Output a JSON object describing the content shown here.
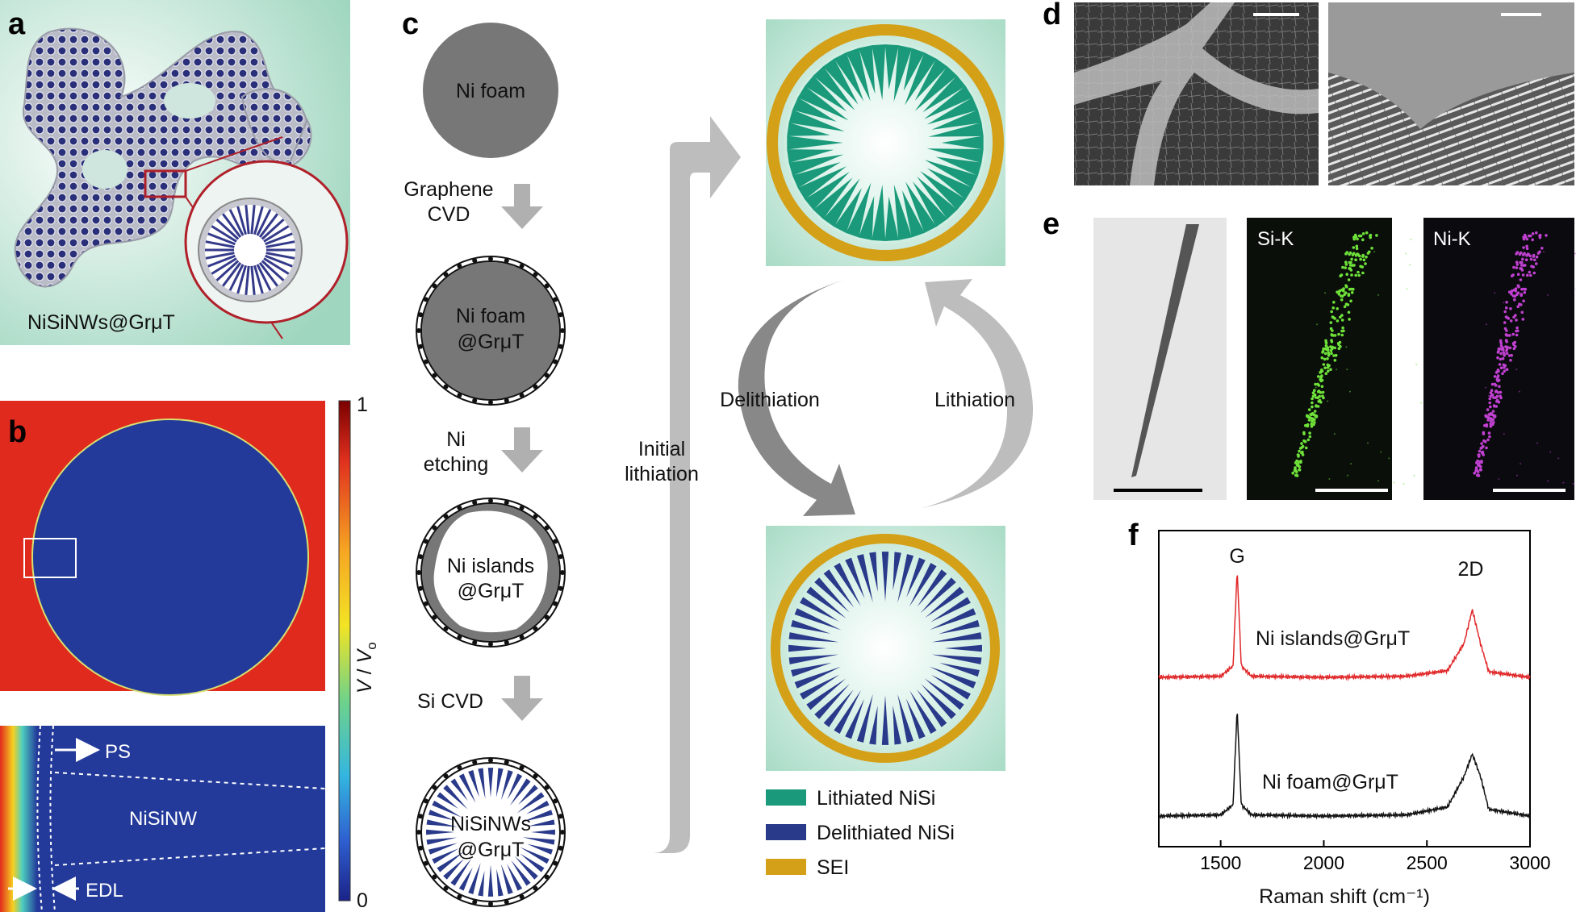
{
  "panels": {
    "a": {
      "label": "a",
      "caption": "NiSiNWs@GrμT"
    },
    "b": {
      "label": "b",
      "colorbar_top": "1",
      "colorbar_bottom": "0",
      "colorbar_title_main": "V",
      "colorbar_title_sep": " / ",
      "colorbar_title_sub_base": "V",
      "colorbar_title_sub": "o",
      "zoom_labels": {
        "ps": "PS",
        "nisinw": "NiSiNW",
        "edl": "EDL"
      }
    },
    "c": {
      "label": "c",
      "stages": [
        "Ni foam",
        "Ni foam",
        "@GrμT",
        "Ni islands",
        "@GrμT",
        "NiSiNWs",
        "@GrμT"
      ],
      "steps": {
        "graphene1": "Graphene",
        "graphene2": "CVD",
        "ni1": "Ni",
        "ni2": "etching",
        "si": "Si CVD",
        "initial1": "Initial",
        "initial2": "lithiation",
        "delith": "Delithiation",
        "lith": "Lithiation"
      },
      "legend": [
        "Lithiated NiSi",
        "Delithiated NiSi",
        "SEI"
      ]
    },
    "d": {
      "label": "d"
    },
    "e": {
      "label": "e",
      "map1": "Si-K",
      "map2": "Ni-K"
    },
    "f": {
      "label": "f"
    }
  },
  "colors": {
    "lithiated": "#1a9a7a",
    "delithiated": "#2a3a8a",
    "sei": "#d4a017",
    "red_series": "#e0282a",
    "black_series": "#111111"
  },
  "chart_data": {
    "type": "line",
    "xlabel": "Raman shift (cm⁻¹)",
    "xlim": [
      1200,
      3000
    ],
    "xticks": [
      1500,
      2000,
      2500,
      3000
    ],
    "peaks": [
      {
        "label": "G",
        "x": 1580
      },
      {
        "label": "2D",
        "x": 2720
      }
    ],
    "series": [
      {
        "name": "Ni islands@GrμT",
        "x": [
          1200,
          1500,
          1560,
          1580,
          1600,
          1650,
          2000,
          2400,
          2600,
          2680,
          2720,
          2760,
          2800,
          3000
        ],
        "values": [
          0.0,
          0.01,
          0.1,
          0.95,
          0.1,
          0.01,
          0.0,
          0.01,
          0.06,
          0.3,
          0.6,
          0.3,
          0.05,
          0.0
        ]
      },
      {
        "name": "Ni foam@GrμT",
        "x": [
          1200,
          1500,
          1560,
          1580,
          1600,
          1650,
          2000,
          2400,
          2600,
          2680,
          2720,
          2760,
          2800,
          3000
        ],
        "values": [
          0.0,
          0.01,
          0.1,
          0.95,
          0.1,
          0.01,
          0.0,
          0.01,
          0.08,
          0.35,
          0.55,
          0.35,
          0.06,
          0.0
        ]
      }
    ]
  }
}
